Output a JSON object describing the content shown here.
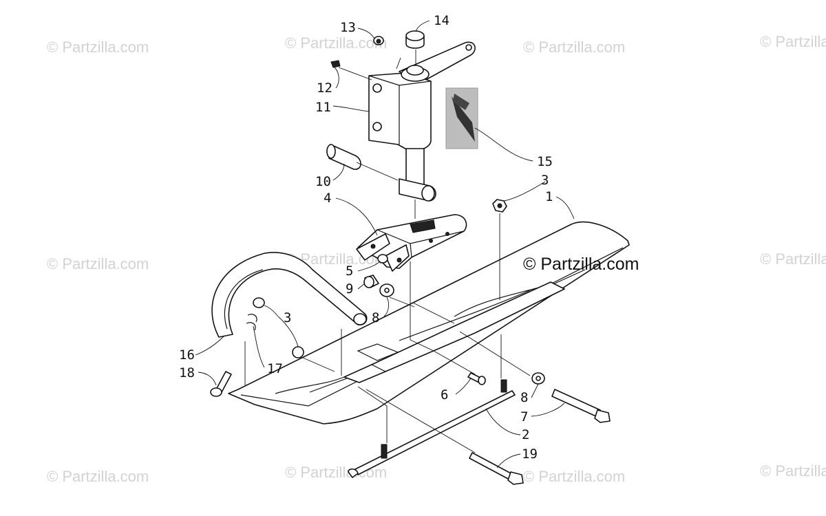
{
  "watermark_text": "© Partzilla.com",
  "credit_text": "© Partzilla.com",
  "callouts": [
    "13",
    "14",
    "12",
    "11",
    "15",
    "10",
    "3",
    "1",
    "4",
    "5",
    "9",
    "8",
    "3",
    "16",
    "17",
    "18",
    "6",
    "8",
    "7",
    "2",
    "19"
  ]
}
